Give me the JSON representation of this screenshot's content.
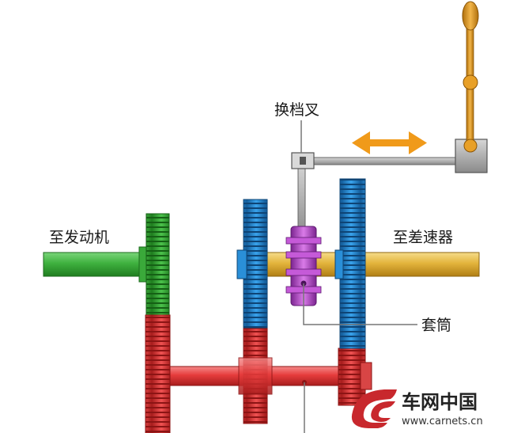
{
  "labels": {
    "shift_fork": "换档叉",
    "to_engine": "至发动机",
    "to_differential": "至差速器",
    "sleeve": "套筒"
  },
  "watermark": {
    "brand": "车网中国",
    "url": "www.carnets.cn"
  },
  "colors": {
    "input_shaft": "#3fb13f",
    "output_shaft": "#e3b43c",
    "countershaft": "#e63c3c",
    "blue_gears": "#2a8fd8",
    "sleeve": "#b548c8",
    "linkage": "#8a8a8a",
    "lever": "#e39a1c",
    "arrow": "#f09a1a",
    "logo": "#c8282d"
  }
}
